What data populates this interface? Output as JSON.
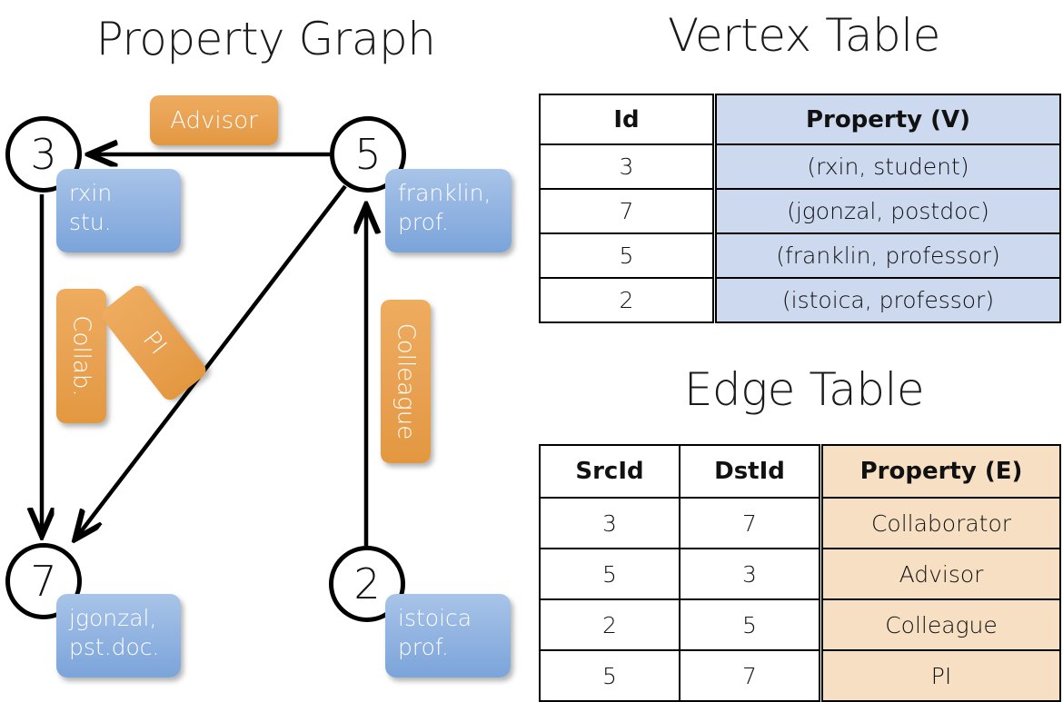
{
  "titles": {
    "property_graph": "Property Graph",
    "vertex_table": "Vertex Table",
    "edge_table": "Edge Table"
  },
  "graph": {
    "vertices": [
      {
        "id": "3",
        "property": "rxin\nstu."
      },
      {
        "id": "5",
        "property": "franklin,\nprof."
      },
      {
        "id": "7",
        "property": "jgonzal,\npst.doc."
      },
      {
        "id": "2",
        "property": "istoica\nprof."
      }
    ],
    "vertex_labels": {
      "v3": "3",
      "v5": "5",
      "v7": "7",
      "v2": "2"
    },
    "property_boxes": {
      "rxin_line1": "rxin",
      "rxin_line2": "stu.",
      "franklin_line1": "franklin,",
      "franklin_line2": "prof.",
      "jgonzal_line1": "jgonzal,",
      "jgonzal_line2": "pst.doc.",
      "istoica_line1": "istoica",
      "istoica_line2": "prof."
    },
    "edge_labels": {
      "advisor": "Advisor",
      "collab": "Collab.",
      "pi": "PI",
      "colleague": "Colleague"
    },
    "edges": [
      {
        "from": "5",
        "to": "3",
        "label": "Advisor"
      },
      {
        "from": "3",
        "to": "7",
        "label": "Collab."
      },
      {
        "from": "5",
        "to": "7",
        "label": "PI"
      },
      {
        "from": "2",
        "to": "5",
        "label": "Colleague"
      }
    ]
  },
  "vertex_table": {
    "columns": [
      "Id",
      "Property (V)"
    ],
    "rows": [
      {
        "id": "3",
        "property": "(rxin, student)"
      },
      {
        "id": "7",
        "property": "(jgonzal, postdoc)"
      },
      {
        "id": "5",
        "property": "(franklin, professor)"
      },
      {
        "id": "2",
        "property": "(istoica, professor)"
      }
    ]
  },
  "edge_table": {
    "columns": [
      "SrcId",
      "DstId",
      "Property (E)"
    ],
    "rows": [
      {
        "src": "3",
        "dst": "7",
        "property": "Collaborator"
      },
      {
        "src": "5",
        "dst": "3",
        "property": "Advisor"
      },
      {
        "src": "2",
        "dst": "5",
        "property": "Colleague"
      },
      {
        "src": "5",
        "dst": "7",
        "property": "PI"
      }
    ]
  },
  "colors": {
    "vertex_property_fill": "#94b5e2",
    "edge_label_fill": "#e9a254",
    "vertex_table_property_fill": "#ccd9ef",
    "edge_table_property_fill": "#f7dfc3",
    "stroke": "#000000",
    "background": "#ffffff"
  }
}
